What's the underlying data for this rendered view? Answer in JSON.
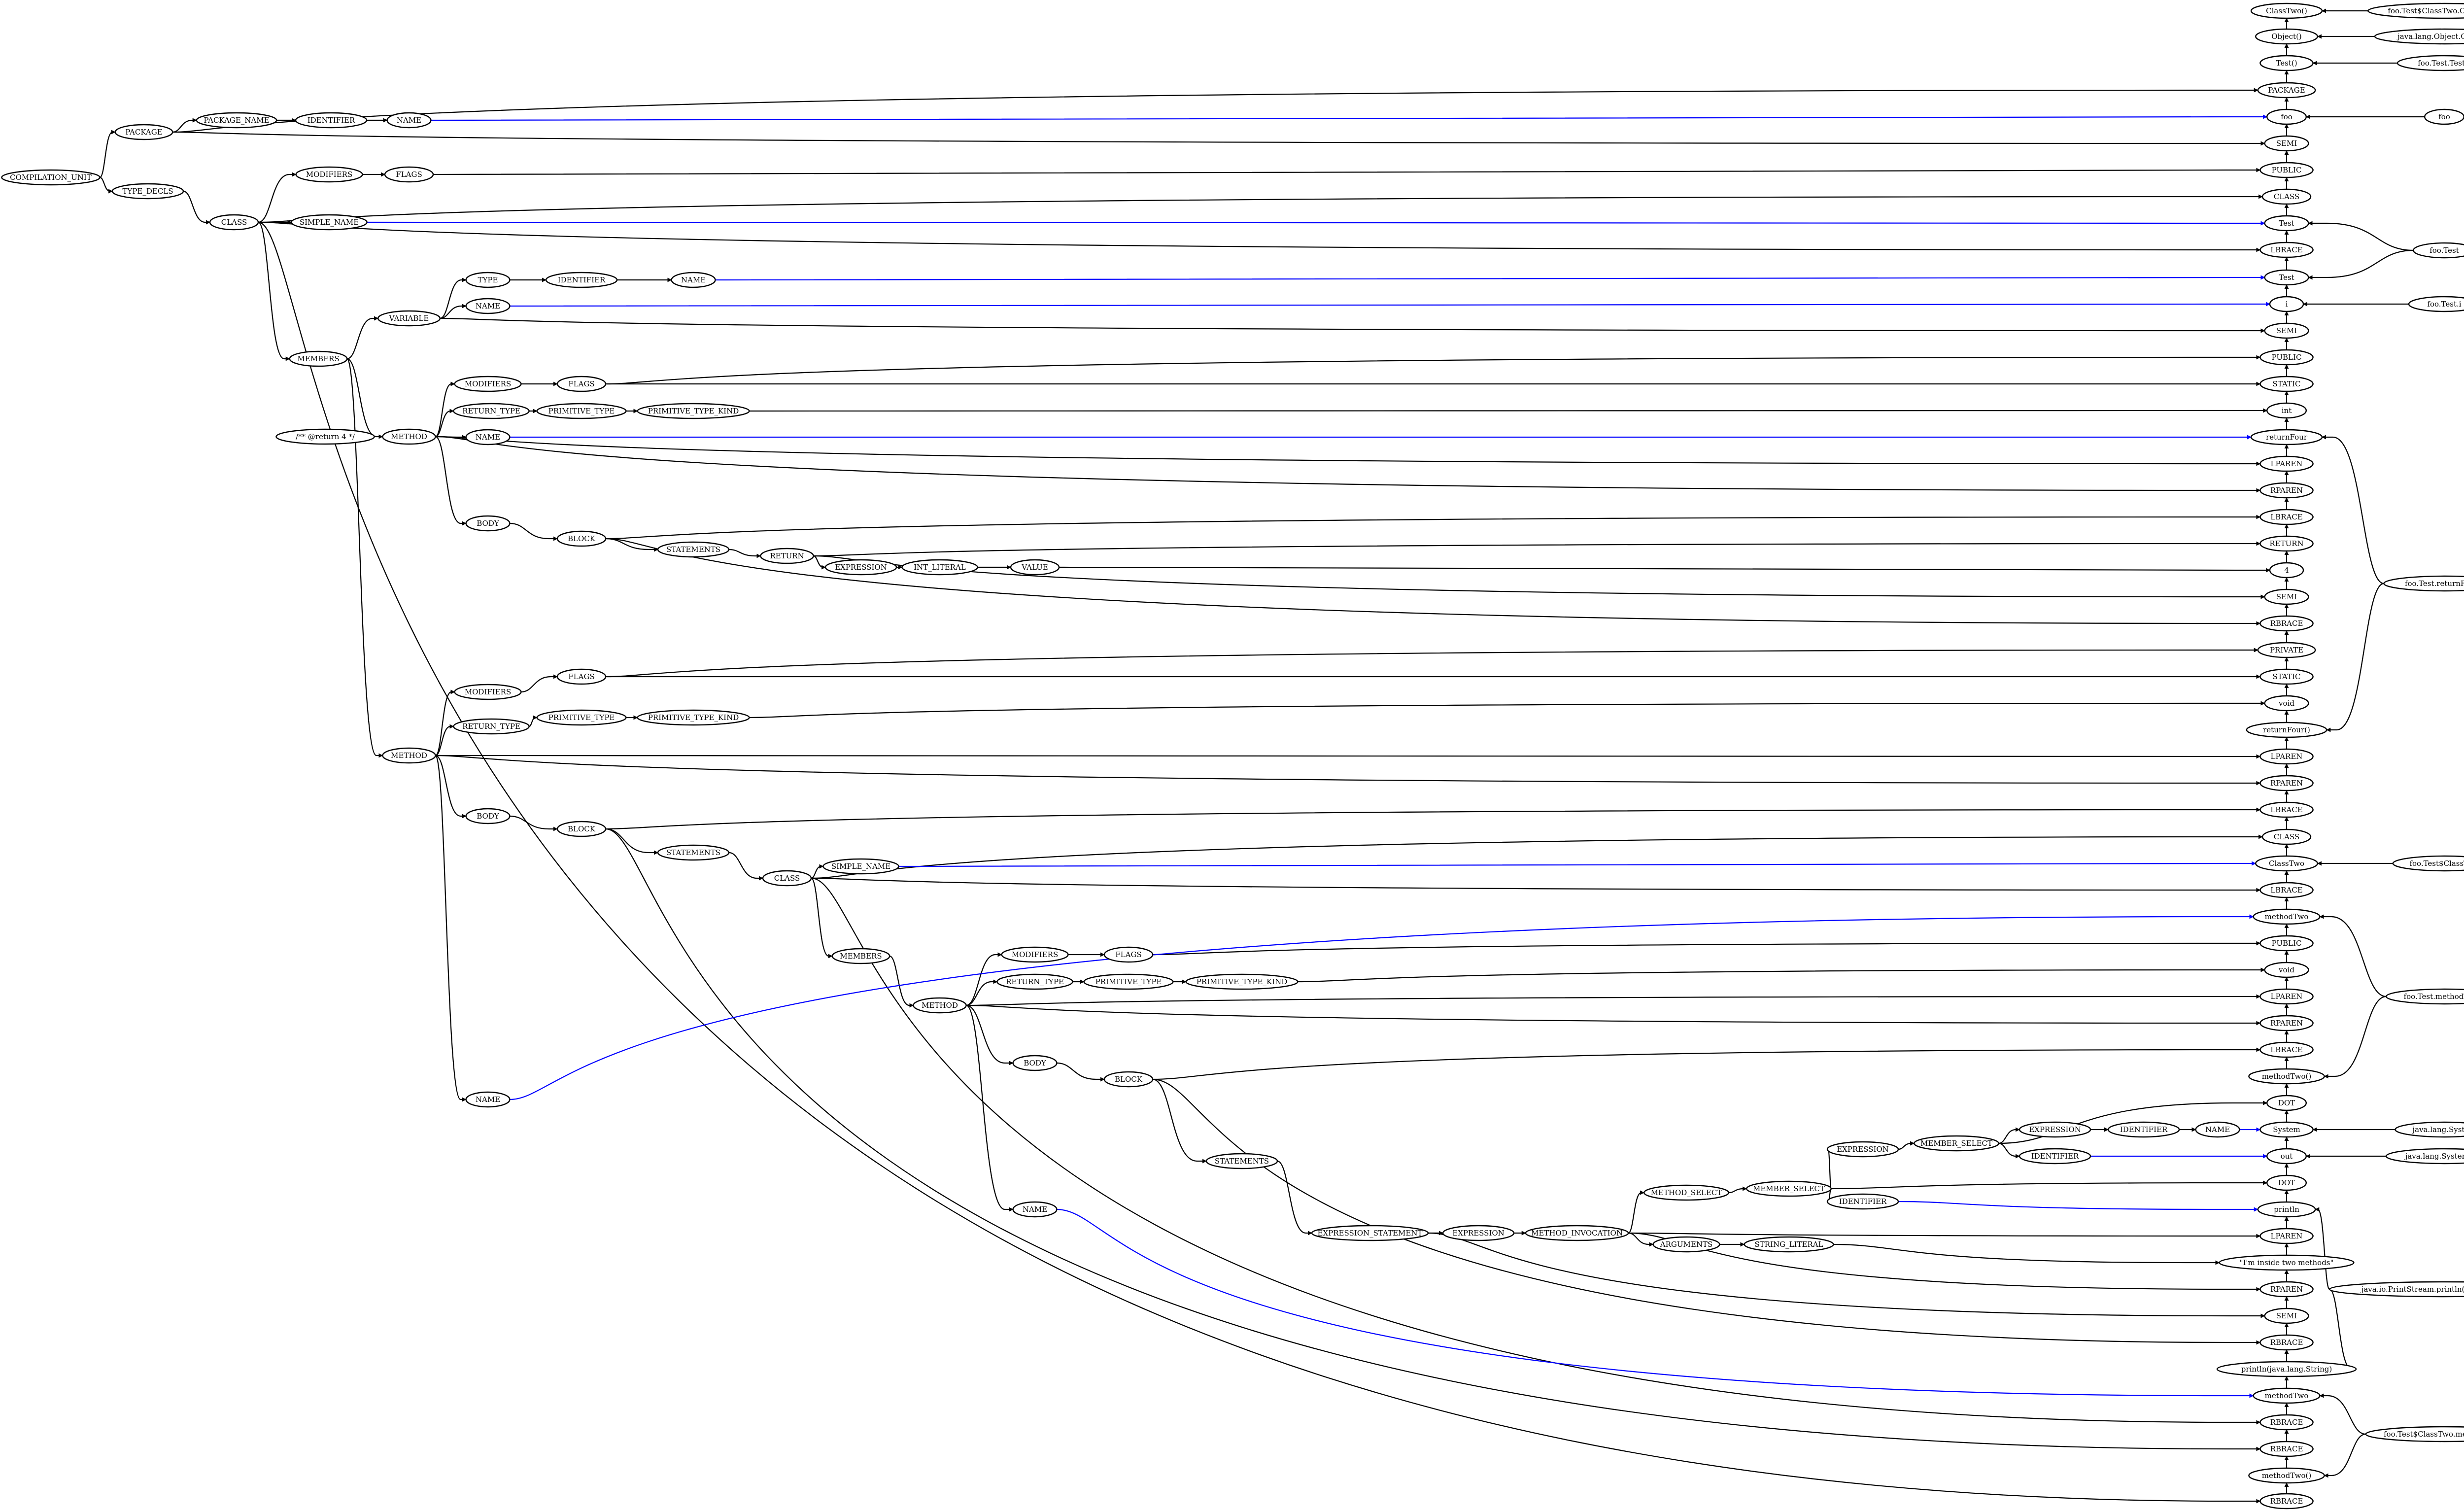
{
  "colors": {
    "tree": "#000000",
    "link": "#0000ff",
    "background": "#ffffff"
  },
  "nodes": {
    "cu": "COMPILATION_UNIT",
    "pkg": "PACKAGE",
    "typedecls": "TYPE_DECLS",
    "pkgname": "PACKAGE_NAME",
    "pkgid": "IDENTIFIER",
    "pkgnm": "NAME",
    "cls1": "CLASS",
    "cls1mods": "MODIFIERS",
    "cls1flags": "FLAGS",
    "cls1simple": "SIMPLE_NAME",
    "cls1members": "MEMBERS",
    "var": "VARIABLE",
    "vtype": "TYPE",
    "vtid": "IDENTIFIER",
    "vtname": "NAME",
    "vname": "NAME",
    "javadoc": "/** @return 4 */",
    "m1": "METHOD",
    "m1mods": "MODIFIERS",
    "m1flags": "FLAGS",
    "m1rt": "RETURN_TYPE",
    "m1pt": "PRIMITIVE_TYPE",
    "m1ptk": "PRIMITIVE_TYPE_KIND",
    "m1name": "NAME",
    "m1body": "BODY",
    "m1block": "BLOCK",
    "m1stmts": "STATEMENTS",
    "m1ret": "RETURN",
    "m1expr": "EXPRESSION",
    "m1int": "INT_LITERAL",
    "m1val": "VALUE",
    "m2": "METHOD",
    "m2mods": "MODIFIERS",
    "m2flags": "FLAGS",
    "m2rt": "RETURN_TYPE",
    "m2pt": "PRIMITIVE_TYPE",
    "m2ptk": "PRIMITIVE_TYPE_KIND",
    "m2body": "BODY",
    "m2block": "BLOCK",
    "m2stmts": "STATEMENTS",
    "m2name": "NAME",
    "cls2": "CLASS",
    "cls2simple": "SIMPLE_NAME",
    "cls2members": "MEMBERS",
    "m3": "METHOD",
    "m3mods": "MODIFIERS",
    "m3flags": "FLAGS",
    "m3rt": "RETURN_TYPE",
    "m3pt": "PRIMITIVE_TYPE",
    "m3ptk": "PRIMITIVE_TYPE_KIND",
    "m3body": "BODY",
    "m3block": "BLOCK",
    "m3stmts": "STATEMENTS",
    "m3name": "NAME",
    "es": "EXPRESSION_STATEMENT",
    "es_expr": "EXPRESSION",
    "mi": "METHOD_INVOCATION",
    "msel": "METHOD_SELECT",
    "msel2": "MEMBER_SELECT",
    "ident_println": "IDENTIFIER",
    "expr2": "EXPRESSION",
    "msel3": "MEMBER_SELECT",
    "ident_out": "IDENTIFIER",
    "expr3": "EXPRESSION",
    "ident3": "IDENTIFIER",
    "name3": "NAME",
    "args": "ARGUMENTS",
    "strlit": "STRING_LITERAL",
    "t_classtwo_ctor": "ClassTwo()",
    "t_object_ctor": "Object()",
    "t_test_ctor": "Test()",
    "t_package": "PACKAGE",
    "t_foo": "foo",
    "t_semi1": "SEMI",
    "t_public1": "PUBLIC",
    "t_class1": "CLASS",
    "t_Test1": "Test",
    "t_lbrace1": "LBRACE",
    "t_Test2": "Test",
    "t_i": "i",
    "t_semi2": "SEMI",
    "t_public2": "PUBLIC",
    "t_static1": "STATIC",
    "t_int": "int",
    "t_returnFour": "returnFour",
    "t_lparen1": "LPAREN",
    "t_rparen1": "RPAREN",
    "t_lbrace2": "LBRACE",
    "t_return": "RETURN",
    "t_4": "4",
    "t_semi3": "SEMI",
    "t_rbrace1": "RBRACE",
    "t_private": "PRIVATE",
    "t_static2": "STATIC",
    "t_void1": "void",
    "t_returnFour_m": "returnFour()",
    "t_lparen2": "LPAREN",
    "t_rparen2": "RPAREN",
    "t_lbrace3": "LBRACE",
    "t_class2": "CLASS",
    "t_ClassTwo": "ClassTwo",
    "t_lbrace4": "LBRACE",
    "t_methodTwo1": "methodTwo",
    "t_public3": "PUBLIC",
    "t_void2": "void",
    "t_lparen3": "LPAREN",
    "t_rparen3": "RPAREN",
    "t_lbrace5": "LBRACE",
    "t_methodTwo_m1": "methodTwo()",
    "t_dot1": "DOT",
    "t_System": "System",
    "t_out": "out",
    "t_dot2": "DOT",
    "t_println": "println",
    "t_lparen4": "LPAREN",
    "t_str": "\"I'm inside two methods\"",
    "t_rparen4": "RPAREN",
    "t_semi4": "SEMI",
    "t_rbrace2": "RBRACE",
    "t_println_m": "println(java.lang.String)",
    "t_methodTwo2": "methodTwo",
    "t_rbrace3": "RBRACE",
    "t_rbrace4": "RBRACE",
    "t_methodTwo_m2": "methodTwo()",
    "t_rbrace5": "RBRACE",
    "s_ctor2": "foo.Test$ClassTwo.ClassTwo()",
    "s_objctor": "java.lang.Object.Object()",
    "s_testctor": "foo.Test.Test()",
    "s_foo": "foo",
    "s_test": "foo.Test",
    "s_testi": "foo.Test.i",
    "s_returnFour": "foo.Test.returnFour()",
    "s_classTwo": "foo.Test$ClassTwo",
    "s_methodTwo": "foo.Test.methodTwo()",
    "s_system": "java.lang.System",
    "s_out": "java.lang.System.out",
    "s_println": "java.io.PrintStream.println(java.lang.String)",
    "s_ct_methodTwo": "foo.Test$ClassTwo.methodTwo()"
  }
}
